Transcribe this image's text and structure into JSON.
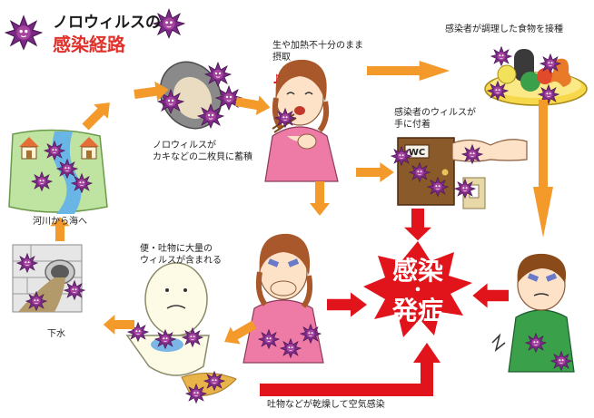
{
  "title": {
    "line1": "ノロウィルスの",
    "line2": "感染経路"
  },
  "center": {
    "line1": "感染",
    "dot": "・",
    "line2": "発症"
  },
  "labels": {
    "shellfish": "ノロウィルスが\nカキなどの二枚貝に蓄積",
    "eat_raw": "生や加熱不十分のまま\n摂取",
    "food_handler": "感染者が調理した食物を接種",
    "hand_contact": "感染者のウィルスが\n手に付着",
    "river": "河川から海へ",
    "toilet": "便・吐物に大量の\nウィルスが含まれる",
    "sewer": "下水",
    "airborne": "吐物などが乾燥して空気感染"
  },
  "door_sign": "WC",
  "colors": {
    "arrow_orange": "#f39a2b",
    "arrow_red": "#e1141c",
    "burst_red": "#e1141c",
    "virus_purple": "#7a2a86",
    "title_red": "#e0312b"
  }
}
